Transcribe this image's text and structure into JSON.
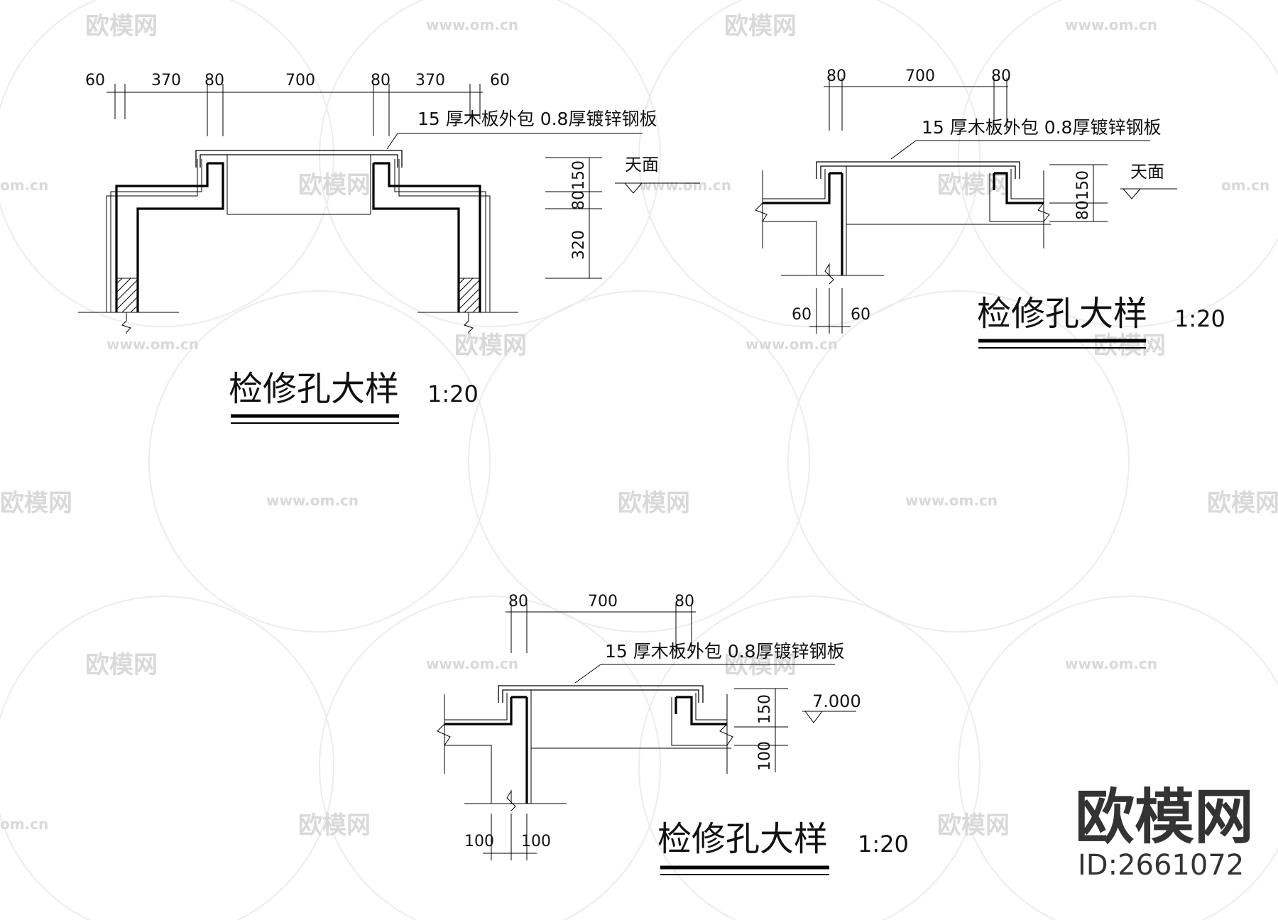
{
  "watermark": {
    "site": "www.om.cn",
    "brand": "欧模网",
    "short": "om.cn"
  },
  "brand_box": {
    "name": "欧模网",
    "id": "ID:2661072"
  },
  "details": [
    {
      "title": "检修孔大样",
      "scale": "1:20",
      "note": "15 厚木板外包 0.8厚镀锌钢板",
      "top_dims": [
        "60",
        "370",
        "80",
        "700",
        "80",
        "370",
        "60"
      ],
      "side_dims": [
        "150",
        "80",
        "320"
      ],
      "level_label": "天面"
    },
    {
      "title": "检修孔大样",
      "scale": "1:20",
      "note": "15 厚木板外包 0.8厚镀锌钢板",
      "top_dims": [
        "80",
        "700",
        "80"
      ],
      "side_dims": [
        "150",
        "80"
      ],
      "bottom_dims": [
        "60",
        "60"
      ],
      "level_label": "天面"
    },
    {
      "title": "检修孔大样",
      "scale": "1:20",
      "note": "15 厚木板外包 0.8厚镀锌钢板",
      "top_dims": [
        "80",
        "700",
        "80"
      ],
      "side_dims": [
        "150",
        "100"
      ],
      "bottom_dims": [
        "100",
        "100"
      ],
      "level_label": "7.000"
    }
  ]
}
